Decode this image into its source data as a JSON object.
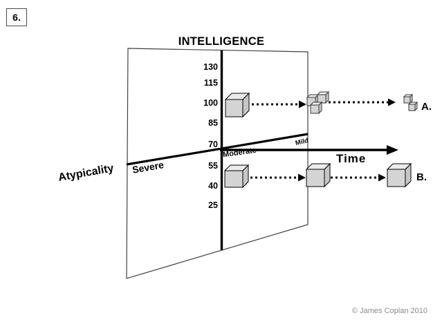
{
  "slide": {
    "number": "6.",
    "copyright": "© James Coplan 2010"
  },
  "diagram": {
    "vertical_axis": {
      "title": "INTELLIGENCE",
      "ticks": [
        "130",
        "115",
        "100",
        "85",
        "70",
        "55",
        "40",
        "25"
      ]
    },
    "horizontal_axis": {
      "title": "Time"
    },
    "depth_axis": {
      "title": "Atypicality",
      "zones": [
        "Severe",
        "Moderate",
        "Mild"
      ]
    },
    "series_labels": {
      "a": "A.",
      "b": "B."
    }
  }
}
